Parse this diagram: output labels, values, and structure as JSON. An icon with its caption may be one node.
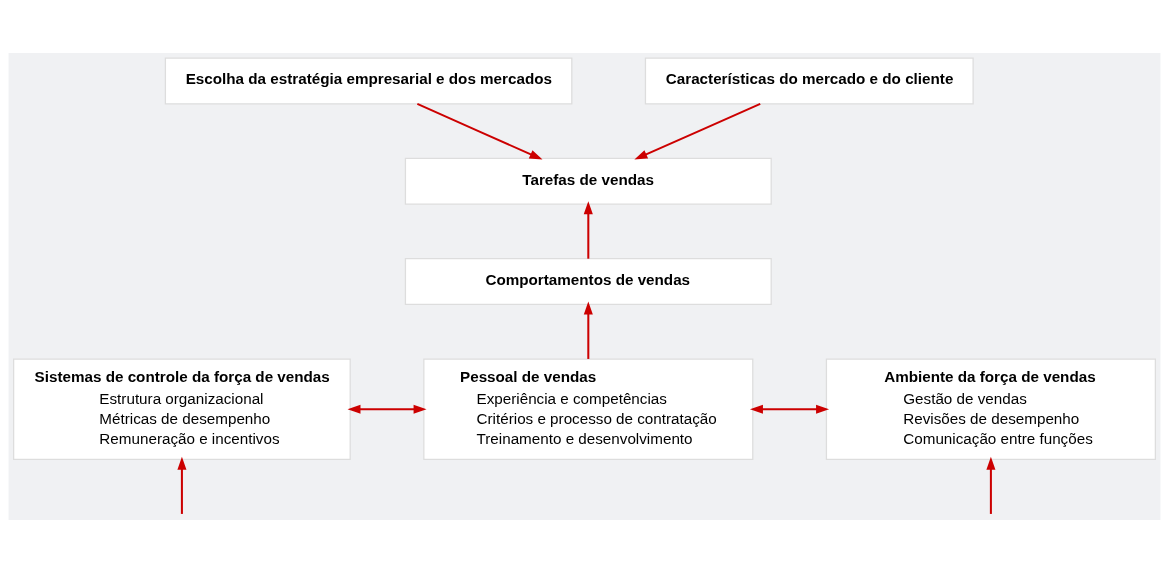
{
  "diagram": {
    "nodes": [
      {
        "text": [
          "Escolha da estratégia empresarial e dos mercados"
        ]
      },
      {
        "text": [
          "Características do mercado e do cliente"
        ]
      },
      {
        "text": [
          "Tarefas de vendas"
        ]
      },
      {
        "text": [
          "Comportamentos de vendas"
        ]
      },
      {
        "text": [
          "Sistemas de controle da força de vendas",
          "Estrutura organizacional",
          "Métricas de desempenho",
          "Remuneração e incentivos"
        ]
      },
      {
        "text": [
          "Pessoal de vendas",
          "Experiência e competências",
          "Critérios e processo de contratação",
          "Treinamento e desenvolvimento"
        ]
      },
      {
        "text": [
          "Ambiente da força de vendas",
          "Gestão de vendas",
          "Revisões de desempenho",
          "Comunicação entre funções"
        ]
      }
    ],
    "edges": [
      {
        "from": 0,
        "to": 2,
        "arrow": "to"
      },
      {
        "from": 1,
        "to": 2,
        "arrow": "to"
      },
      {
        "from": 3,
        "to": 2,
        "arrow": "to"
      },
      {
        "from": 5,
        "to": 3,
        "arrow": "to"
      },
      {
        "from": 4,
        "to": 5,
        "arrow": "both"
      },
      {
        "from": 5,
        "to": 6,
        "arrow": "both"
      },
      {
        "from": null,
        "to": 4,
        "arrow": "to"
      },
      {
        "from": null,
        "to": 6,
        "arrow": "to"
      }
    ]
  }
}
